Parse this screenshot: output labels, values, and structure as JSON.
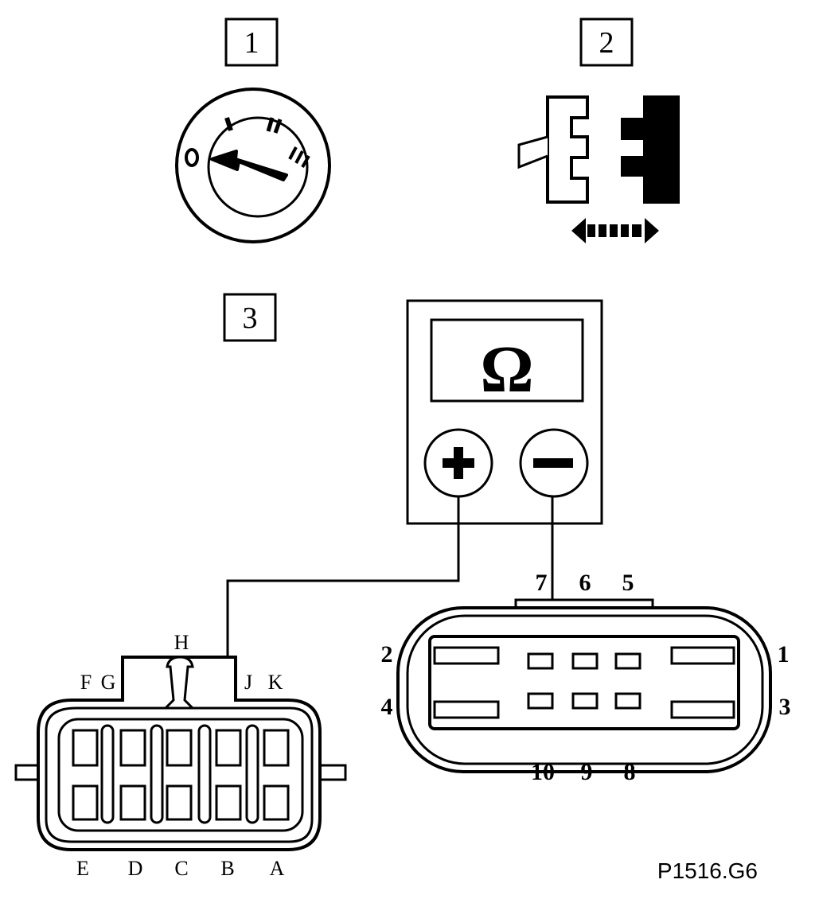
{
  "steps": {
    "step1": "1",
    "step2": "2",
    "step3": "3"
  },
  "ignition_switch": {
    "positions": [
      "0",
      "I",
      "II",
      "III"
    ]
  },
  "meter": {
    "symbol": "Ω",
    "positive": "+",
    "negative": "−"
  },
  "connector_left": {
    "top_labels": [
      "F",
      "G",
      "H",
      "J",
      "K"
    ],
    "bottom_labels": [
      "E",
      "D",
      "C",
      "B",
      "A"
    ]
  },
  "connector_right": {
    "pin_labels": [
      "7",
      "6",
      "5",
      "2",
      "1",
      "4",
      "3",
      "10",
      "9",
      "8"
    ]
  },
  "figure_code": "P1516.G6",
  "colors": {
    "ink": "#000000",
    "paper": "#ffffff"
  }
}
